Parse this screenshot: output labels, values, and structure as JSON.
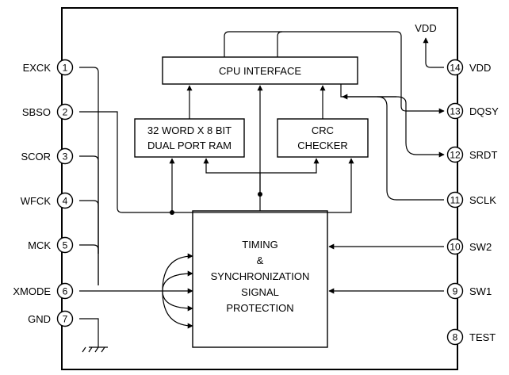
{
  "blocks": {
    "cpu_interface": "CPU INTERFACE",
    "ram": [
      "32 WORD X 8 BIT",
      "DUAL PORT RAM"
    ],
    "crc": [
      "CRC",
      "CHECKER"
    ],
    "timing": [
      "TIMING",
      "&",
      "SYNCHRONIZATION",
      "SIGNAL",
      "PROTECTION"
    ]
  },
  "supply_label": "VDD",
  "pins_left": [
    {
      "num": "1",
      "name": "EXCK"
    },
    {
      "num": "2",
      "name": "SBSO"
    },
    {
      "num": "3",
      "name": "SCOR"
    },
    {
      "num": "4",
      "name": "WFCK"
    },
    {
      "num": "5",
      "name": "MCK"
    },
    {
      "num": "6",
      "name": "XMODE"
    },
    {
      "num": "7",
      "name": "GND"
    }
  ],
  "pins_right": [
    {
      "num": "14",
      "name": "VDD"
    },
    {
      "num": "13",
      "name": "DQSY"
    },
    {
      "num": "12",
      "name": "SRDT"
    },
    {
      "num": "11",
      "name": "SCLK"
    },
    {
      "num": "10",
      "name": "SW2"
    },
    {
      "num": "9",
      "name": "SW1"
    },
    {
      "num": "8",
      "name": "TEST"
    }
  ]
}
